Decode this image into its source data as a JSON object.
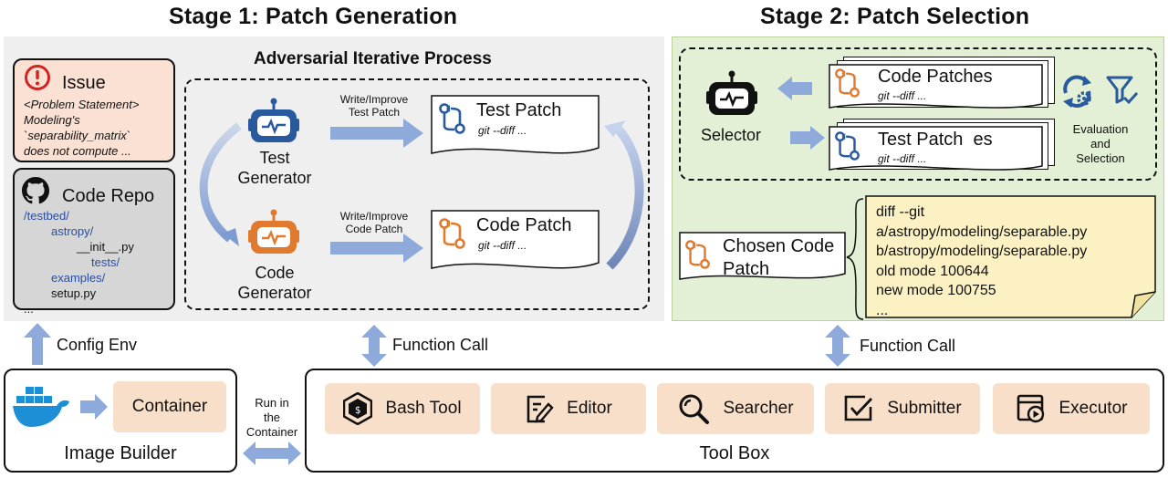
{
  "stage1": {
    "title": "Stage 1: Patch Generation",
    "process_title": "Adversarial Iterative Process",
    "issue": {
      "title": "Issue",
      "lines": [
        "<Problem Statement>",
        "Modeling's",
        "`separability_matrix`",
        "does not compute ..."
      ]
    },
    "repo": {
      "title": "Code Repo",
      "tree": [
        "/testbed/",
        "astropy/",
        "__init__.py",
        "tests/",
        "examples/",
        "setup.py",
        "..."
      ]
    },
    "test_generator": "Test\nGenerator",
    "code_generator": "Code\nGenerator",
    "write_test": "Write/Improve\nTest Patch",
    "write_code": "Write/Improve\nCode Patch",
    "test_patch": {
      "title": "Test Patch",
      "sub": "git --diff ..."
    },
    "code_patch": {
      "title": "Code Patch",
      "sub": "git --diff ..."
    }
  },
  "stage2": {
    "title": "Stage 2: Patch Selection",
    "selector": "Selector",
    "code_patches": {
      "title": "Code Patches",
      "sub": "git --diff ..."
    },
    "test_patches": {
      "title": "Test Patch  es",
      "sub": "git --diff ..."
    },
    "eval": "Evaluation\nand\nSelection",
    "chosen": "Chosen Code\nPatch",
    "diff": [
      "diff --git",
      "a/astropy/modeling/separable.py",
      "b/astropy/modeling/separable.py",
      "old mode 100644",
      "new mode 100755",
      "..."
    ]
  },
  "labels": {
    "config_env": "Config Env",
    "function_call_1": "Function Call",
    "function_call_2": "Function Call",
    "run_in_container": "Run in\nthe\nContainer"
  },
  "image_builder": {
    "title": "Image Builder",
    "container": "Container"
  },
  "toolbox": {
    "title": "Tool Box",
    "tools": [
      "Bash Tool",
      "Editor",
      "Searcher",
      "Submitter",
      "Executor"
    ]
  },
  "colors": {
    "arrow": "#8eaadb",
    "orange": "#e07a2e",
    "blue": "#2a5a9e",
    "peach": "#f8dfc9",
    "green_bg": "#e3f0d6",
    "note": "#fcf1c2"
  }
}
